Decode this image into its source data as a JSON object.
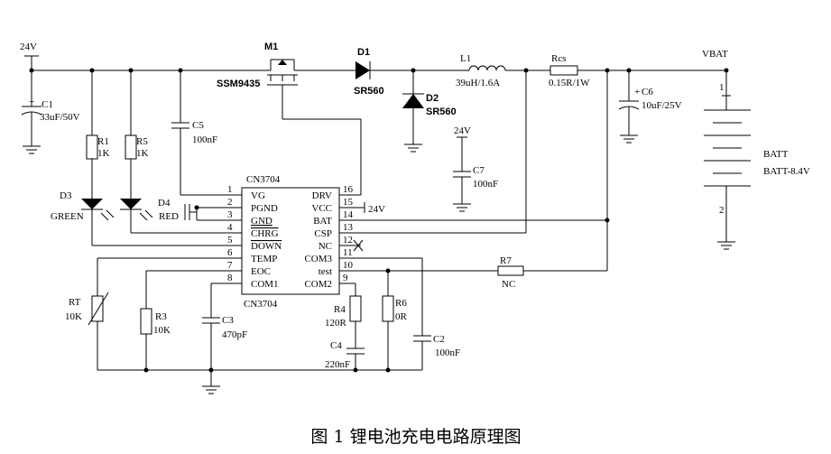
{
  "supply_net": "24V",
  "vbat_net": "VBAT",
  "caption": "图 1  锂电池充电电路原理图",
  "ic": {
    "name": "CN3704",
    "left_pins": [
      {
        "num": "1",
        "name": "VG"
      },
      {
        "num": "2",
        "name": "PGND"
      },
      {
        "num": "3",
        "name": "GND"
      },
      {
        "num": "4",
        "name": "CHRG"
      },
      {
        "num": "5",
        "name": "DOWN"
      },
      {
        "num": "6",
        "name": "TEMP"
      },
      {
        "num": "7",
        "name": "EOC"
      },
      {
        "num": "8",
        "name": "COM1"
      }
    ],
    "right_pins": [
      {
        "num": "16",
        "name": "DRV"
      },
      {
        "num": "15",
        "name": "VCC"
      },
      {
        "num": "14",
        "name": "BAT"
      },
      {
        "num": "13",
        "name": "CSP"
      },
      {
        "num": "12",
        "name": "NC"
      },
      {
        "num": "11",
        "name": "COM3"
      },
      {
        "num": "10",
        "name": "test"
      },
      {
        "num": "9",
        "name": "COM2"
      }
    ]
  },
  "components": {
    "c1": {
      "ref": "C1",
      "value": "33uF/50V"
    },
    "r1": {
      "ref": "R1",
      "value": "1K"
    },
    "r5": {
      "ref": "R5",
      "value": "1K"
    },
    "c5": {
      "ref": "C5",
      "value": "100nF"
    },
    "m1": {
      "ref": "M1",
      "value": "SSM9435"
    },
    "d1": {
      "ref": "D1",
      "value": "SR560"
    },
    "d2": {
      "ref": "D2",
      "value": "SR560"
    },
    "l1": {
      "ref": "L1",
      "value": "39uH/1.6A"
    },
    "rcs": {
      "ref": "Rcs",
      "value": "0.15R/1W"
    },
    "c6": {
      "ref": "C6",
      "value": "10uF/25V"
    },
    "c7": {
      "ref": "C7",
      "value": "100nF",
      "net": "24V"
    },
    "d3": {
      "ref": "D3",
      "value": "GREEN"
    },
    "d4": {
      "ref": "D4",
      "value": "RED"
    },
    "rt": {
      "ref": "RT",
      "value": "10K"
    },
    "r3": {
      "ref": "R3",
      "value": "10K"
    },
    "c3": {
      "ref": "C3",
      "value": "470pF"
    },
    "r4": {
      "ref": "R4",
      "value": "120R"
    },
    "c4": {
      "ref": "C4",
      "value": "220nF"
    },
    "r6": {
      "ref": "R6",
      "value": "0R"
    },
    "c2": {
      "ref": "C2",
      "value": "100nF"
    },
    "r7": {
      "ref": "R7",
      "value": "NC"
    },
    "vcc_net": "24V"
  },
  "battery": {
    "label1": "BATT",
    "label2": "BATT-8.4V",
    "pin_top": "1",
    "pin_bottom": "2"
  }
}
